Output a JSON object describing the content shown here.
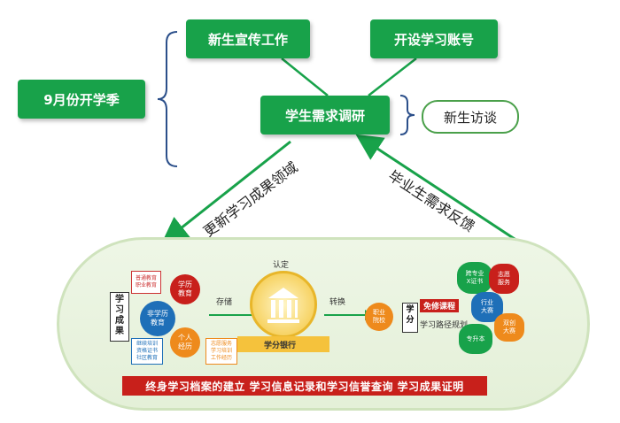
{
  "top": {
    "season": "9月份开学季",
    "publicity": "新生宣传工作",
    "account": "开设学习账号",
    "needs_research": "学生需求调研",
    "interview": "新生访谈",
    "left_arrow_label": "更新学习成果领域",
    "right_arrow_label": "毕业生需求反馈"
  },
  "lane": {
    "outcomes_label": "学习成果",
    "box_upper": "普通教育\n职业教育",
    "box_lower": "继续培训\n资格证书\n社区教育",
    "circle_academic": "学历\n教育",
    "circle_nonacademic": "非学历\n教育",
    "circle_personal": "个人\n经历",
    "box_volunteer": "志愿服务\n学习培训\n工作经历",
    "store": "存储",
    "certify": "认定",
    "bank": "学分银行",
    "convert": "转换",
    "vocational": "职业\n院校",
    "credit": "学分",
    "elective": "免修课程",
    "path": "学习路径规划",
    "burst_cross": "跨专业\nX证书",
    "burst_volunteer": "志愿\n服务",
    "burst_industry": "行业\n大赛",
    "burst_double": "双创\n大赛",
    "burst_upgrade": "专升本",
    "bottom_bar": "终身学习档案的建立  学习信息记录和学习信誉查询  学习成果证明"
  },
  "colors": {
    "green": "#18a24a",
    "red": "#c8201b",
    "blue": "#1e6fb8",
    "orange": "#ee8a1c",
    "lane_fill": "#e8f2dd"
  }
}
